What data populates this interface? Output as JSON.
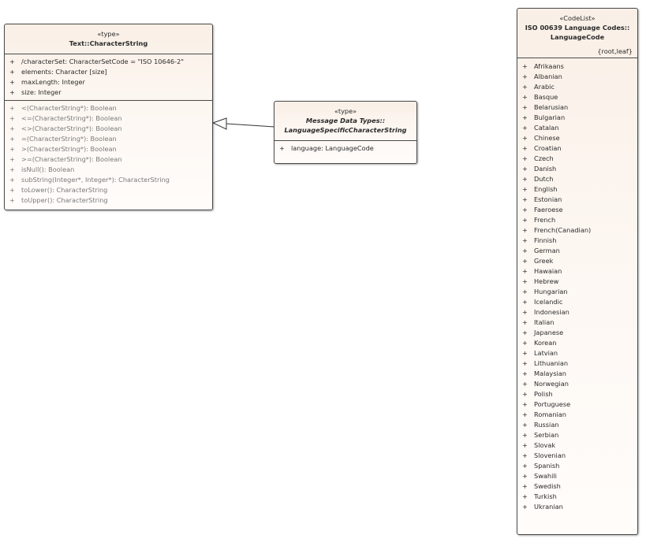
{
  "character_string": {
    "stereotype": "«type»",
    "name": "Text::CharacterString",
    "attributes": [
      {
        "vis": "+",
        "text": "/characterSet: CharacterSetCode = \"ISO 10646-2\""
      },
      {
        "vis": "+",
        "text": "elements: Character [size]"
      },
      {
        "vis": "+",
        "text": "maxLength: Integer"
      },
      {
        "vis": "+",
        "text": "size: Integer"
      }
    ],
    "operations": [
      {
        "vis": "+",
        "text": "<(CharacterString*): Boolean"
      },
      {
        "vis": "+",
        "text": "<=(CharacterString*): Boolean"
      },
      {
        "vis": "+",
        "text": "<>(CharacterString*): Boolean"
      },
      {
        "vis": "+",
        "text": "=(CharacterString*): Boolean"
      },
      {
        "vis": "+",
        "text": ">(CharacterString*): Boolean"
      },
      {
        "vis": "+",
        "text": ">=(CharacterString*): Boolean"
      },
      {
        "vis": "+",
        "text": "isNull(): Boolean"
      },
      {
        "vis": "+",
        "text": "subString(Integer*, Integer*): CharacterString"
      },
      {
        "vis": "+",
        "text": "toLower(): CharacterString"
      },
      {
        "vis": "+",
        "text": "toUpper(): CharacterString"
      }
    ]
  },
  "language_specific": {
    "stereotype": "«type»",
    "name_line1": "Message Data Types::",
    "name_line2": "LanguageSpecificCharacterString",
    "attributes": [
      {
        "vis": "+",
        "text": "language: LanguageCode"
      }
    ]
  },
  "language_code": {
    "stereotype": "«CodeList»",
    "name_line1": "ISO 00639 Language Codes::",
    "name_line2": "LanguageCode",
    "tagged_values": "{root,leaf}",
    "literals": [
      {
        "vis": "+",
        "text": "Afrikaans"
      },
      {
        "vis": "+",
        "text": "Albanian"
      },
      {
        "vis": "+",
        "text": "Arabic"
      },
      {
        "vis": "+",
        "text": "Basque"
      },
      {
        "vis": "+",
        "text": "Belarusian"
      },
      {
        "vis": "+",
        "text": "Bulgarian"
      },
      {
        "vis": "+",
        "text": "Catalan"
      },
      {
        "vis": "+",
        "text": "Chinese"
      },
      {
        "vis": "+",
        "text": "Croatian"
      },
      {
        "vis": "+",
        "text": "Czech"
      },
      {
        "vis": "+",
        "text": "Danish"
      },
      {
        "vis": "+",
        "text": "Dutch"
      },
      {
        "vis": "+",
        "text": "English"
      },
      {
        "vis": "+",
        "text": "Estonian"
      },
      {
        "vis": "+",
        "text": "Faeroese"
      },
      {
        "vis": "+",
        "text": "French"
      },
      {
        "vis": "+",
        "text": "French(Canadian)"
      },
      {
        "vis": "+",
        "text": "Finnish"
      },
      {
        "vis": "+",
        "text": "German"
      },
      {
        "vis": "+",
        "text": "Greek"
      },
      {
        "vis": "+",
        "text": "Hawaian"
      },
      {
        "vis": "+",
        "text": "Hebrew"
      },
      {
        "vis": "+",
        "text": "Hungarian"
      },
      {
        "vis": "+",
        "text": "Icelandic"
      },
      {
        "vis": "+",
        "text": "Indonesian"
      },
      {
        "vis": "+",
        "text": "Italian"
      },
      {
        "vis": "+",
        "text": "Japanese"
      },
      {
        "vis": "+",
        "text": "Korean"
      },
      {
        "vis": "+",
        "text": "Latvian"
      },
      {
        "vis": "+",
        "text": "Lithuanian"
      },
      {
        "vis": "+",
        "text": "Malaysian"
      },
      {
        "vis": "+",
        "text": "Norwegian"
      },
      {
        "vis": "+",
        "text": "Polish"
      },
      {
        "vis": "+",
        "text": "Portuguese"
      },
      {
        "vis": "+",
        "text": "Romanian"
      },
      {
        "vis": "+",
        "text": "Russian"
      },
      {
        "vis": "+",
        "text": "Serbian"
      },
      {
        "vis": "+",
        "text": "Slovak"
      },
      {
        "vis": "+",
        "text": "Slovenian"
      },
      {
        "vis": "+",
        "text": "Spanish"
      },
      {
        "vis": "+",
        "text": "Swahili"
      },
      {
        "vis": "+",
        "text": "Swedish"
      },
      {
        "vis": "+",
        "text": "Turkish"
      },
      {
        "vis": "+",
        "text": "Ukranian"
      }
    ]
  }
}
